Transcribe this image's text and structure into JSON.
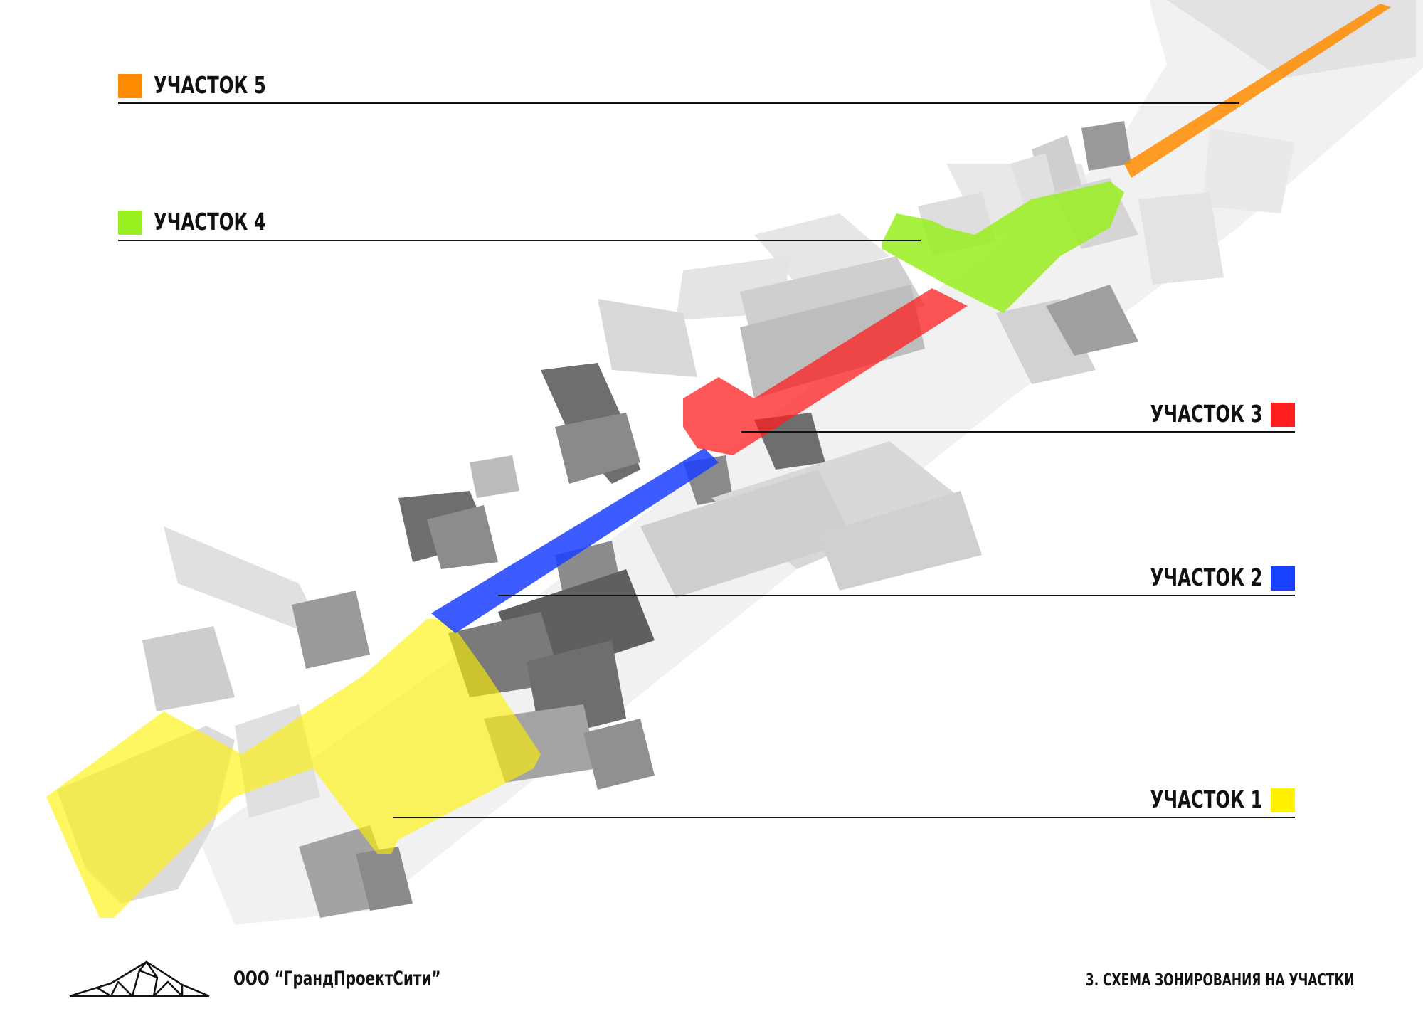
{
  "zones": [
    {
      "id": 1,
      "label": "УЧАСТОК 1",
      "color": "#fff200"
    },
    {
      "id": 2,
      "label": "УЧАСТОК 2",
      "color": "#1a40ff"
    },
    {
      "id": 3,
      "label": "УЧАСТОК 3",
      "color": "#ff1f1f"
    },
    {
      "id": 4,
      "label": "УЧАСТОК 4",
      "color": "#99ef1f"
    },
    {
      "id": 5,
      "label": "УЧАСТОК 5",
      "color": "#ff8c00"
    }
  ],
  "footer": {
    "company": "ООО “ГрандПроектСити”",
    "sheet_title": "3. СХЕМА ЗОНИРОВАНИЯ НА УЧАСТКИ"
  },
  "colors": {
    "building_dark": "#6e6e6e",
    "building_mid": "#a9a9a9",
    "building_light": "#d9d9d9",
    "ground": "#efefef",
    "line": "#111111"
  }
}
